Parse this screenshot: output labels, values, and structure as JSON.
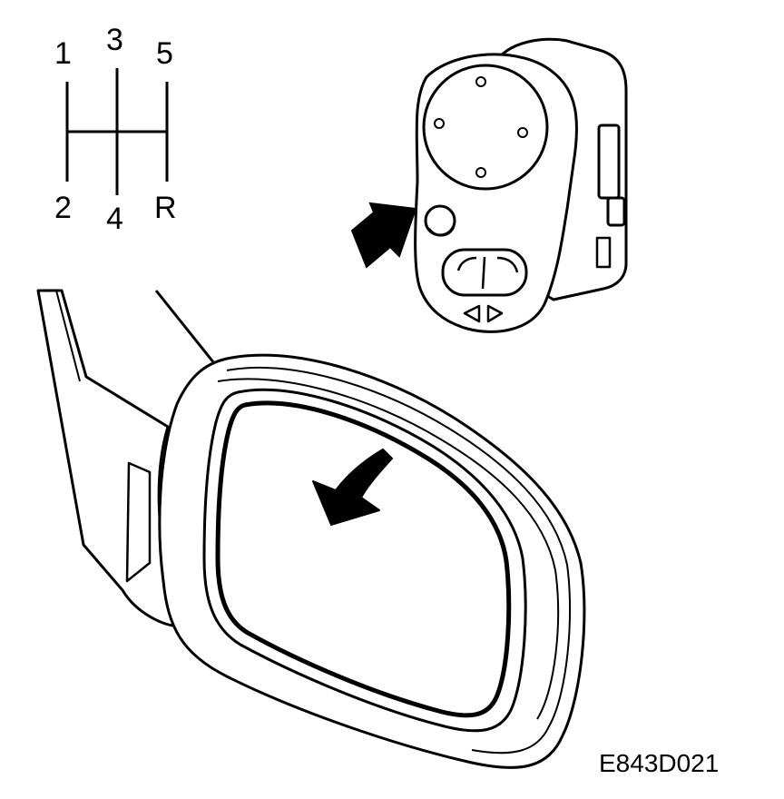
{
  "gear_pattern": {
    "positions": [
      "1",
      "3",
      "5",
      "2",
      "4",
      "R"
    ]
  },
  "figure_code": "E843D021",
  "colors": {
    "ink": "#000000",
    "paper": "#ffffff"
  }
}
